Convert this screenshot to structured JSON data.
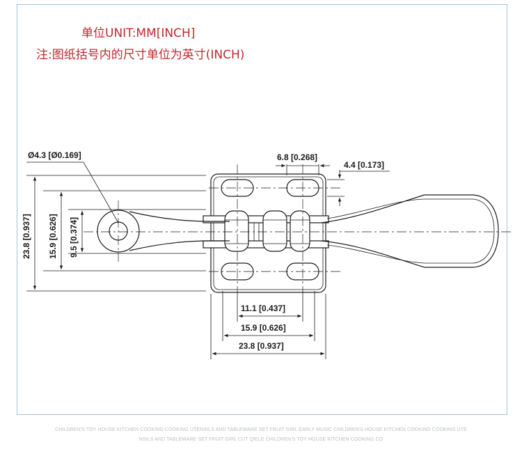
{
  "notes": {
    "unit": "单位UNIT:MM[INCH]",
    "inch": "注:图纸括号内的尺寸单位为英寸(INCH)"
  },
  "dimensions": {
    "hole_dia": "Ø4.3 [Ø0.169]",
    "slot_width": "6.8 [0.268]",
    "slot_height": "4.4 [0.173]",
    "overall_height": "23.8 [0.937]",
    "hole_spacing_v": "15.9 [0.626]",
    "inner_height": "9.5 [0.374]",
    "base_inner": "11.1 [0.437]",
    "hole_spacing_h": "15.9 [0.626]",
    "base_width": "23.8 [0.937]"
  },
  "footer": {
    "line1": "CHILDREN'S TOY HOUSE KITCHEN COOKING COOKING UTENSILS AND TABLEWARE SET FRUIT GIRL EARLY MUSIC CHILDREN'S HOUSE KITCHEN COOKING COOKING UTE",
    "line2": "NSILS AND TABLEWARE SET FRUIT GIRL CUT QIELE CHILDREN'S TOY HOUSE KITCHEN COOKING CO"
  },
  "colors": {
    "note_text": "#c1272d",
    "frame_border": "#9ec4e0",
    "line": "#1a1a1a",
    "footer_text": "#b9bdc4"
  }
}
